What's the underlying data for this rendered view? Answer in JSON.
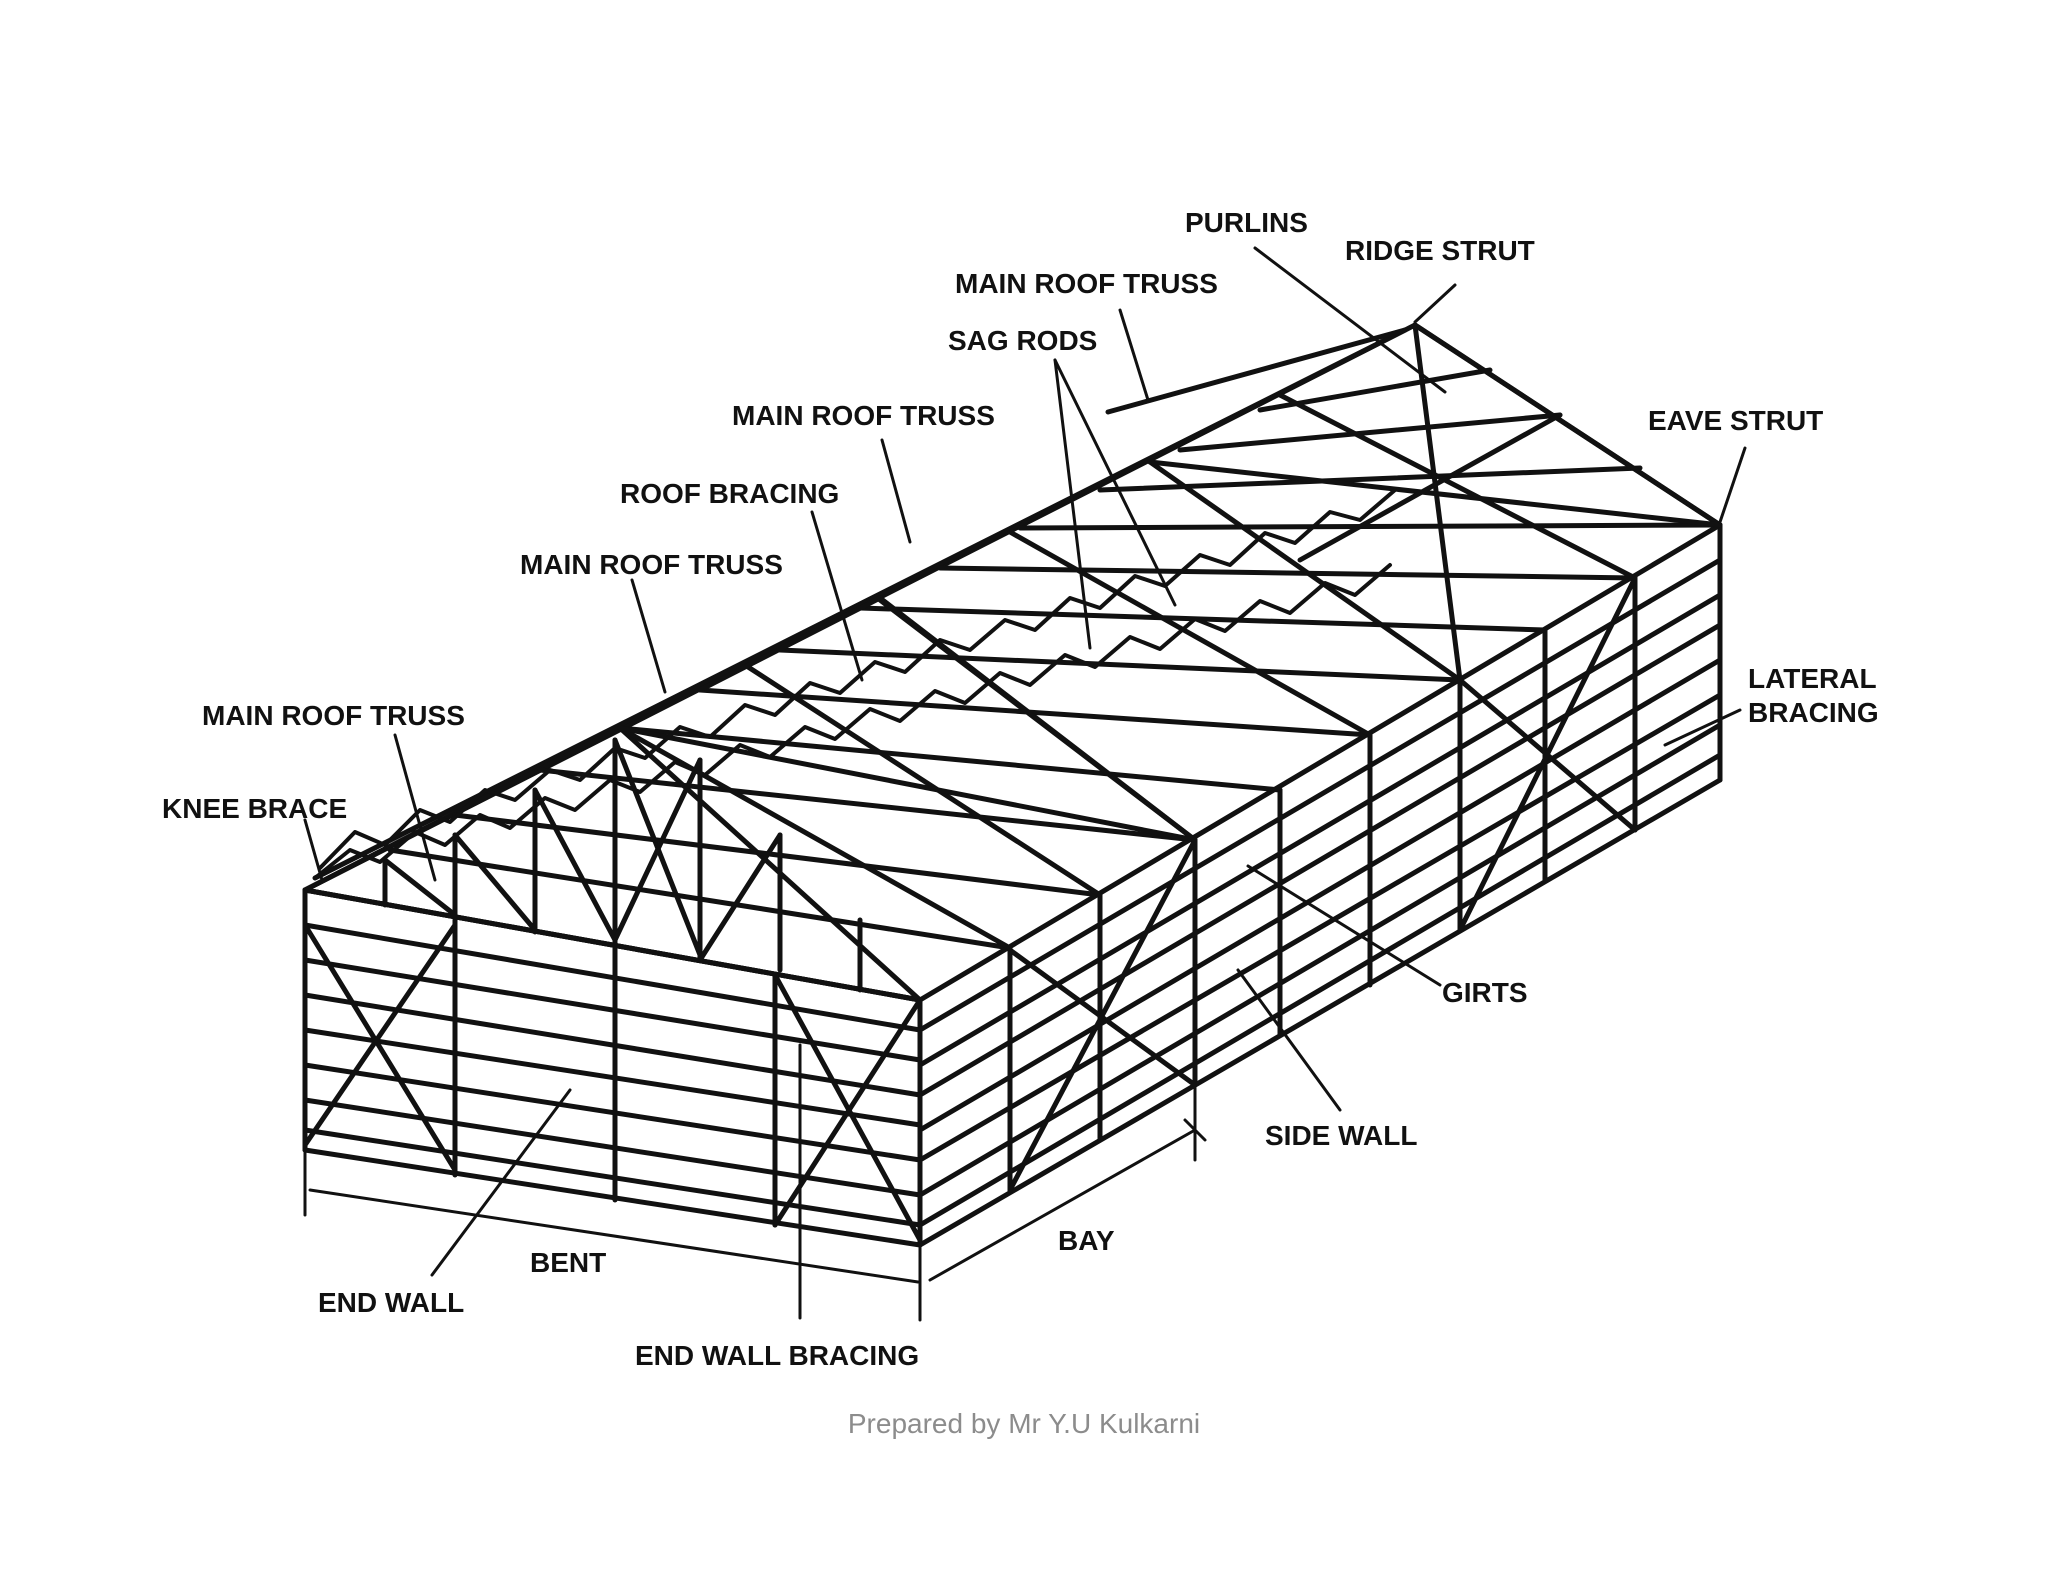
{
  "labels": {
    "purlins": "PURLINS",
    "ridge_strut": "RIDGE STRUT",
    "main_roof_truss_top": "MAIN ROOF TRUSS",
    "sag_rods": "SAG RODS",
    "main_roof_truss_2": "MAIN ROOF TRUSS",
    "eave_strut": "EAVE STRUT",
    "roof_bracing": "ROOF BRACING",
    "main_roof_truss_3": "MAIN ROOF TRUSS",
    "lateral_bracing_1": "LATERAL",
    "lateral_bracing_2": "BRACING",
    "main_roof_truss_4": "MAIN ROOF TRUSS",
    "knee_brace": "KNEE BRACE",
    "girts": "GIRTS",
    "side_wall": "SIDE WALL",
    "bay": "BAY",
    "bent": "BENT",
    "end_wall": "END WALL",
    "end_wall_bracing": "END WALL BRACING"
  },
  "footer": {
    "credit": "Prepared by Mr Y.U Kulkarni"
  },
  "colors": {
    "ink": "#111111",
    "footer_text": "#8c8c8c",
    "background": "#ffffff"
  }
}
